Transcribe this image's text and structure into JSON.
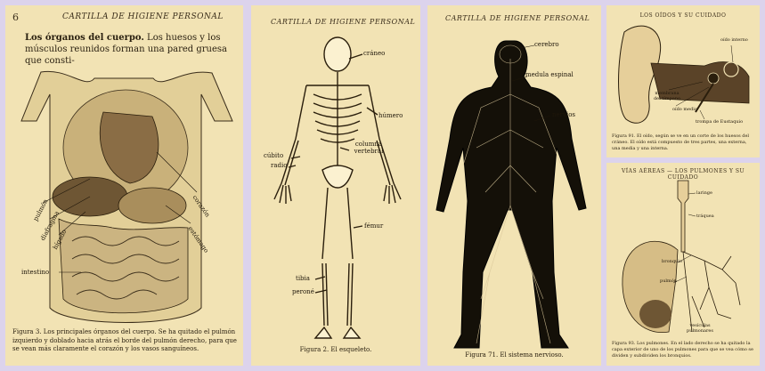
{
  "panels": {
    "organs": {
      "page_number": "6",
      "header": "CARTILLA DE HIGIENE PERSONAL",
      "intro_bold": "Los órganos del cuerpo.",
      "intro_text": " Los huesos y los músculos reunidos forman una pared gruesa que consti-",
      "labels": {
        "pulmon": "pulmón",
        "diafragma": "diafragma",
        "higado": "hígado",
        "corazon": "corazón",
        "estomago": "estómago",
        "intestino": "intestino"
      },
      "caption": "Figura 3. Los principales órganos del cuerpo. Se ha quitado el pulmón izquierdo y doblado hacia atrás el borde del pulmón derecho, para que se vean más claramente el corazón y los vasos sanguíneos."
    },
    "skeleton": {
      "header": "CARTILLA DE HIGIENE PERSONAL",
      "labels": {
        "craneo": "cráneo",
        "humero": "húmero",
        "columna": "columna vertebral",
        "cubito": "cúbito",
        "radio": "radio",
        "femur": "fémur",
        "tibia": "tibia",
        "perone": "peroné"
      },
      "caption": "Figura 2. El esqueleto."
    },
    "nervous": {
      "header": "CARTILLA DE HIGIENE PERSONAL",
      "labels": {
        "cerebro": "cerebro",
        "medula": "medula espinal",
        "nervios": "nervios"
      },
      "caption": "Figura 71. El sistema nervioso."
    },
    "ear": {
      "header": "LOS OÍDOS Y SU CUIDADO",
      "labels": {
        "oido_interno": "oído interno",
        "membrana": "membrana del tímpano",
        "oido_medio": "oído medio",
        "trompa": "trompa de Eustaquio"
      },
      "caption": "Figura 91. El oído, según se ve en un corte de los huesos del cráneo. El oído está compuesto de tres partes, una externa, una media y una interna."
    },
    "lungs": {
      "header": "VÍAS AÉREAS — LOS PULMONES Y SU CUIDADO",
      "labels": {
        "laringe": "laringe",
        "traquea": "tráquea",
        "bronquio": "bronquio",
        "pulmon": "pulmón",
        "vesiculas": "vesículas pulmonares"
      },
      "caption": "Figura 93. Los pulmones. En el lado derecho se ha quitado la capa exterior de uno de los pulmones para que se vea cómo se dividen y subdividen los bronquios."
    }
  },
  "colors": {
    "background": "#dcd3ec",
    "paper": "#f2e3b4",
    "ink": "#1e160a"
  }
}
